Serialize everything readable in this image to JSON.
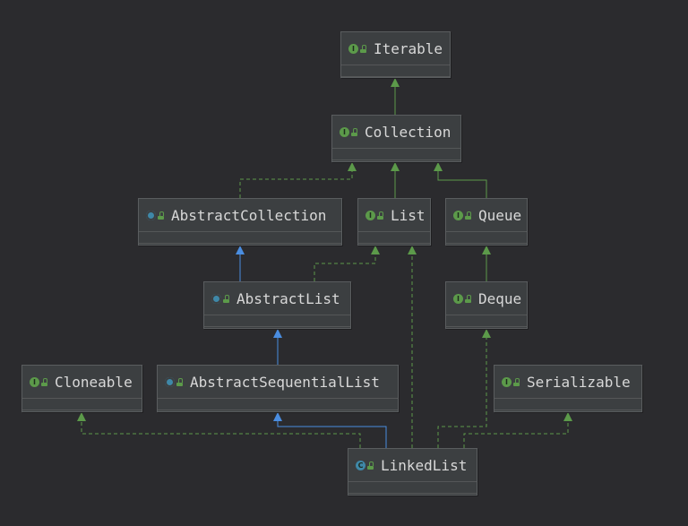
{
  "diagram": {
    "colors": {
      "background": "#2b2b2e",
      "interface_arrow": "#5c9a4a",
      "class_arrow": "#4a8de0"
    },
    "nodes": [
      {
        "id": "iterable",
        "label": "Iterable",
        "kind": "interface"
      },
      {
        "id": "collection",
        "label": "Collection",
        "kind": "interface"
      },
      {
        "id": "abstractcollection",
        "label": "AbstractCollection",
        "kind": "abstract-class"
      },
      {
        "id": "list",
        "label": "List",
        "kind": "interface"
      },
      {
        "id": "queue",
        "label": "Queue",
        "kind": "interface"
      },
      {
        "id": "abstractlist",
        "label": "AbstractList",
        "kind": "abstract-class"
      },
      {
        "id": "deque",
        "label": "Deque",
        "kind": "interface"
      },
      {
        "id": "cloneable",
        "label": "Cloneable",
        "kind": "interface"
      },
      {
        "id": "abstractsequentiallist",
        "label": "AbstractSequentialList",
        "kind": "abstract-class"
      },
      {
        "id": "serializable",
        "label": "Serializable",
        "kind": "interface"
      },
      {
        "id": "linkedlist",
        "label": "LinkedList",
        "kind": "class"
      }
    ],
    "edges": [
      {
        "from": "collection",
        "to": "iterable",
        "type": "extends"
      },
      {
        "from": "list",
        "to": "collection",
        "type": "extends"
      },
      {
        "from": "queue",
        "to": "collection",
        "type": "extends"
      },
      {
        "from": "abstractcollection",
        "to": "collection",
        "type": "implements"
      },
      {
        "from": "abstractlist",
        "to": "abstractcollection",
        "type": "extends"
      },
      {
        "from": "abstractlist",
        "to": "list",
        "type": "implements"
      },
      {
        "from": "deque",
        "to": "queue",
        "type": "extends"
      },
      {
        "from": "abstractsequentiallist",
        "to": "abstractlist",
        "type": "extends"
      },
      {
        "from": "linkedlist",
        "to": "abstractsequentiallist",
        "type": "extends"
      },
      {
        "from": "linkedlist",
        "to": "list",
        "type": "implements"
      },
      {
        "from": "linkedlist",
        "to": "deque",
        "type": "implements"
      },
      {
        "from": "linkedlist",
        "to": "cloneable",
        "type": "implements"
      },
      {
        "from": "linkedlist",
        "to": "serializable",
        "type": "implements"
      }
    ]
  }
}
